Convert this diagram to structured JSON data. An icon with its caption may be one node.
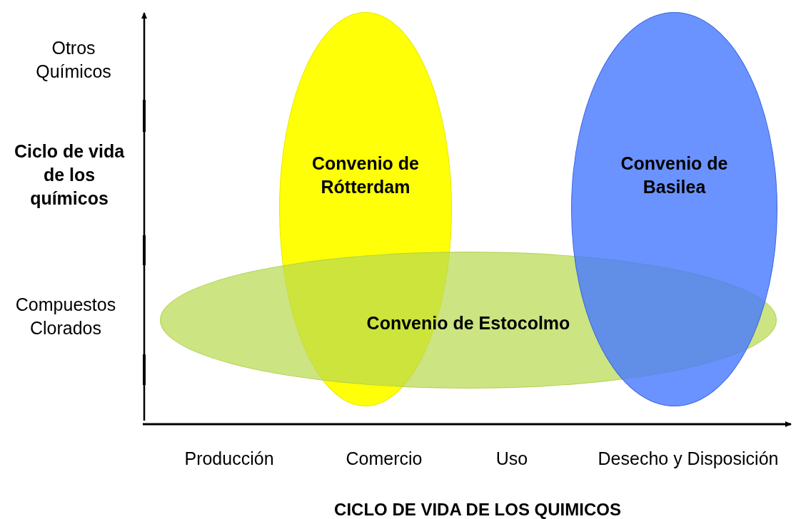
{
  "diagram": {
    "nodes": [
      {
        "text": [
          "Convenio de Rótterdam"
        ]
      },
      {
        "text": [
          "Convenio de Estocolmo"
        ]
      },
      {
        "text": [
          "Convenio de Basilea"
        ]
      }
    ],
    "labels": [
      "Otros Químicos",
      "Ciclo de vida de los químicos",
      "Compuestos Clorados",
      "Producción",
      "Comercio",
      "Uso",
      "Desecho y Disposición",
      "CICLO DE VIDA DE LOS QUIMICOS"
    ]
  }
}
